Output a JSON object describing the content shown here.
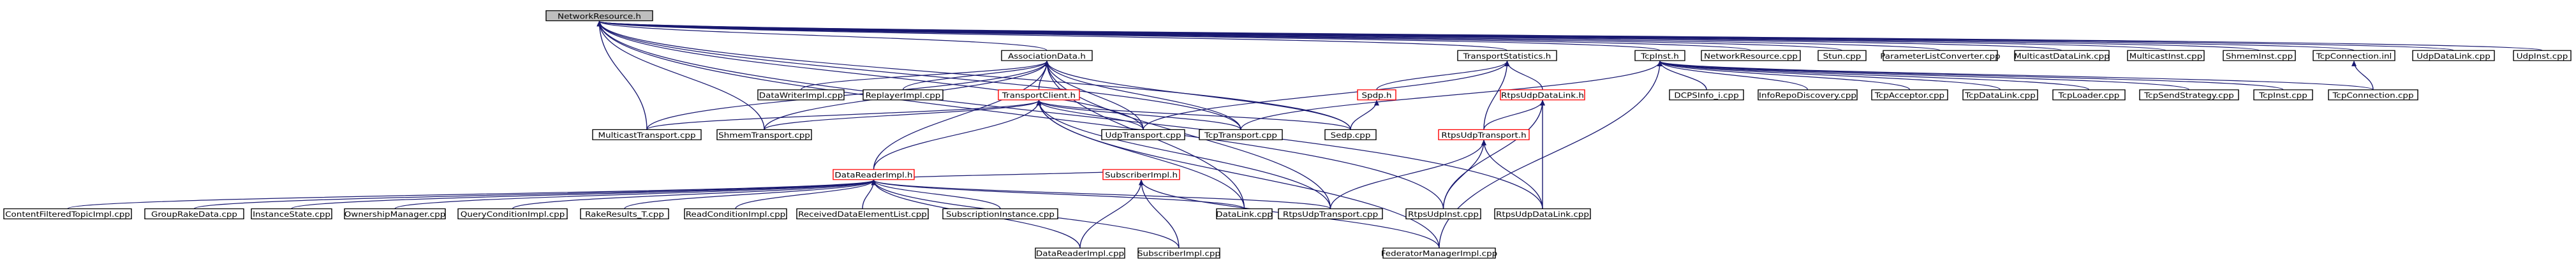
{
  "graph": {
    "title": "NetworkResource.h",
    "colors": {
      "edge": "#191970",
      "root_fill": "#bfbfbf",
      "red_border": "#ff0000"
    },
    "nodes": [
      {
        "id": "nr",
        "label": "NetworkResource.h",
        "style": "root"
      },
      {
        "id": "ad",
        "label": "AssociationData.h",
        "style": "normal"
      },
      {
        "id": "ts",
        "label": "TransportStatistics.h",
        "style": "normal"
      },
      {
        "id": "tcpinst_h",
        "label": "TcpInst.h",
        "style": "normal"
      },
      {
        "id": "nr_cpp",
        "label": "NetworkResource.cpp",
        "style": "normal"
      },
      {
        "id": "stun",
        "label": "Stun.cpp",
        "style": "normal"
      },
      {
        "id": "plc",
        "label": "ParameterListConverter.cpp",
        "style": "normal"
      },
      {
        "id": "mcdl",
        "label": "MulticastDataLink.cpp",
        "style": "normal"
      },
      {
        "id": "mcinst",
        "label": "MulticastInst.cpp",
        "style": "normal"
      },
      {
        "id": "shminst",
        "label": "ShmemInst.cpp",
        "style": "normal"
      },
      {
        "id": "tcpconn_inl",
        "label": "TcpConnection.inl",
        "style": "normal"
      },
      {
        "id": "udpdl",
        "label": "UdpDataLink.cpp",
        "style": "normal"
      },
      {
        "id": "udpinst",
        "label": "UdpInst.cpp",
        "style": "normal"
      },
      {
        "id": "dwi",
        "label": "DataWriterImpl.cpp",
        "style": "normal"
      },
      {
        "id": "replayer",
        "label": "ReplayerImpl.cpp",
        "style": "normal"
      },
      {
        "id": "tclient",
        "label": "TransportClient.h",
        "style": "red"
      },
      {
        "id": "spdp_h",
        "label": "Spdp.h",
        "style": "red"
      },
      {
        "id": "rudl_h",
        "label": "RtpsUdpDataLink.h",
        "style": "red"
      },
      {
        "id": "dcps",
        "label": "DCPSInfo_i.cpp",
        "style": "normal"
      },
      {
        "id": "irdisc",
        "label": "InfoRepoDiscovery.cpp",
        "style": "normal"
      },
      {
        "id": "tcpacc",
        "label": "TcpAcceptor.cpp",
        "style": "normal"
      },
      {
        "id": "tcpdl",
        "label": "TcpDataLink.cpp",
        "style": "normal"
      },
      {
        "id": "tcploader",
        "label": "TcpLoader.cpp",
        "style": "normal"
      },
      {
        "id": "tcpsend",
        "label": "TcpSendStrategy.cpp",
        "style": "normal"
      },
      {
        "id": "tcpinst_cpp",
        "label": "TcpInst.cpp",
        "style": "normal"
      },
      {
        "id": "tcpconn_cpp",
        "label": "TcpConnection.cpp",
        "style": "normal"
      },
      {
        "id": "mct",
        "label": "MulticastTransport.cpp",
        "style": "normal"
      },
      {
        "id": "shmt",
        "label": "ShmemTransport.cpp",
        "style": "normal"
      },
      {
        "id": "udpt",
        "label": "UdpTransport.cpp",
        "style": "normal"
      },
      {
        "id": "tcpt",
        "label": "TcpTransport.cpp",
        "style": "normal"
      },
      {
        "id": "sedp",
        "label": "Sedp.cpp",
        "style": "normal"
      },
      {
        "id": "rut_h",
        "label": "RtpsUdpTransport.h",
        "style": "red"
      },
      {
        "id": "dri_h",
        "label": "DataReaderImpl.h",
        "style": "red"
      },
      {
        "id": "cft",
        "label": "ContentFilteredTopicImpl.cpp",
        "style": "normal"
      },
      {
        "id": "grd",
        "label": "GroupRakeData.cpp",
        "style": "normal"
      },
      {
        "id": "inst",
        "label": "InstanceState.cpp",
        "style": "normal"
      },
      {
        "id": "om",
        "label": "OwnershipManager.cpp",
        "style": "normal"
      },
      {
        "id": "qci",
        "label": "QueryConditionImpl.cpp",
        "style": "normal"
      },
      {
        "id": "rr",
        "label": "RakeResults_T.cpp",
        "style": "normal"
      },
      {
        "id": "rci",
        "label": "ReadConditionImpl.cpp",
        "style": "normal"
      },
      {
        "id": "rdel",
        "label": "ReceivedDataElementList.cpp",
        "style": "normal"
      },
      {
        "id": "subinst",
        "label": "SubscriptionInstance.cpp",
        "style": "normal"
      },
      {
        "id": "subimpl_h",
        "label": "SubscriberImpl.h",
        "style": "red"
      },
      {
        "id": "datalink",
        "label": "DataLink.cpp",
        "style": "normal"
      },
      {
        "id": "rut_cpp",
        "label": "RtpsUdpTransport.cpp",
        "style": "normal"
      },
      {
        "id": "ruinst",
        "label": "RtpsUdpInst.cpp",
        "style": "normal"
      },
      {
        "id": "rudl_cpp",
        "label": "RtpsUdpDataLink.cpp",
        "style": "normal"
      },
      {
        "id": "dri_cpp",
        "label": "DataReaderImpl.cpp",
        "style": "normal"
      },
      {
        "id": "si_cpp",
        "label": "SubscriberImpl.cpp",
        "style": "normal"
      },
      {
        "id": "fmi",
        "label": "FederatorManagerImpl.cpp",
        "style": "normal"
      }
    ],
    "edges": [
      [
        "ad",
        "nr"
      ],
      [
        "ts",
        "nr"
      ],
      [
        "tcpinst_h",
        "nr"
      ],
      [
        "nr_cpp",
        "nr"
      ],
      [
        "stun",
        "nr"
      ],
      [
        "plc",
        "nr"
      ],
      [
        "mcdl",
        "nr"
      ],
      [
        "mcinst",
        "nr"
      ],
      [
        "shminst",
        "nr"
      ],
      [
        "tcpconn_inl",
        "nr"
      ],
      [
        "udpdl",
        "nr"
      ],
      [
        "udpinst",
        "nr"
      ],
      [
        "mct",
        "nr"
      ],
      [
        "shmt",
        "nr"
      ],
      [
        "udpt",
        "nr"
      ],
      [
        "tcpt",
        "nr"
      ],
      [
        "sedp",
        "nr"
      ],
      [
        "rudl_cpp",
        "nr"
      ],
      [
        "ruinst",
        "nr"
      ],
      [
        "dwi",
        "ad"
      ],
      [
        "replayer",
        "ad"
      ],
      [
        "tclient",
        "ad"
      ],
      [
        "mct",
        "ad"
      ],
      [
        "shmt",
        "ad"
      ],
      [
        "udpt",
        "ad"
      ],
      [
        "tcpt",
        "ad"
      ],
      [
        "sedp",
        "ad"
      ],
      [
        "dri_h",
        "ad"
      ],
      [
        "datalink",
        "ad"
      ],
      [
        "rut_cpp",
        "ad"
      ],
      [
        "spdp_h",
        "ts"
      ],
      [
        "rudl_h",
        "ts"
      ],
      [
        "rut_h",
        "ts"
      ],
      [
        "udpt",
        "ts"
      ],
      [
        "dcps",
        "tcpinst_h"
      ],
      [
        "irdisc",
        "tcpinst_h"
      ],
      [
        "tcpacc",
        "tcpinst_h"
      ],
      [
        "tcpdl",
        "tcpinst_h"
      ],
      [
        "tcploader",
        "tcpinst_h"
      ],
      [
        "tcpsend",
        "tcpinst_h"
      ],
      [
        "tcpinst_cpp",
        "tcpinst_h"
      ],
      [
        "tcpconn_cpp",
        "tcpinst_h"
      ],
      [
        "tcpt",
        "tcpinst_h"
      ],
      [
        "fmi",
        "tcpinst_h"
      ],
      [
        "tcpconn_cpp",
        "tcpconn_inl"
      ],
      [
        "sedp",
        "spdp_h"
      ],
      [
        "rut_h",
        "rudl_h"
      ],
      [
        "rudl_cpp",
        "rudl_h"
      ],
      [
        "ruinst",
        "rudl_h"
      ],
      [
        "mct",
        "tclient"
      ],
      [
        "shmt",
        "tclient"
      ],
      [
        "udpt",
        "tclient"
      ],
      [
        "tcpt",
        "tclient"
      ],
      [
        "sedp",
        "tclient"
      ],
      [
        "dri_h",
        "tclient"
      ],
      [
        "datalink",
        "tclient"
      ],
      [
        "rut_cpp",
        "tclient"
      ],
      [
        "fmi",
        "tclient"
      ],
      [
        "rut_cpp",
        "rut_h"
      ],
      [
        "ruinst",
        "rut_h"
      ],
      [
        "rudl_cpp",
        "rut_h"
      ],
      [
        "cft",
        "dri_h"
      ],
      [
        "grd",
        "dri_h"
      ],
      [
        "inst",
        "dri_h"
      ],
      [
        "om",
        "dri_h"
      ],
      [
        "qci",
        "dri_h"
      ],
      [
        "rr",
        "dri_h"
      ],
      [
        "rci",
        "dri_h"
      ],
      [
        "rdel",
        "dri_h"
      ],
      [
        "subinst",
        "dri_h"
      ],
      [
        "subimpl_h",
        "dri_h"
      ],
      [
        "datalink",
        "dri_h"
      ],
      [
        "rut_cpp",
        "dri_h"
      ],
      [
        "dri_cpp",
        "dri_h"
      ],
      [
        "si_cpp",
        "dri_h"
      ],
      [
        "dri_cpp",
        "subimpl_h"
      ],
      [
        "si_cpp",
        "subimpl_h"
      ],
      [
        "fmi",
        "subimpl_h"
      ]
    ]
  }
}
